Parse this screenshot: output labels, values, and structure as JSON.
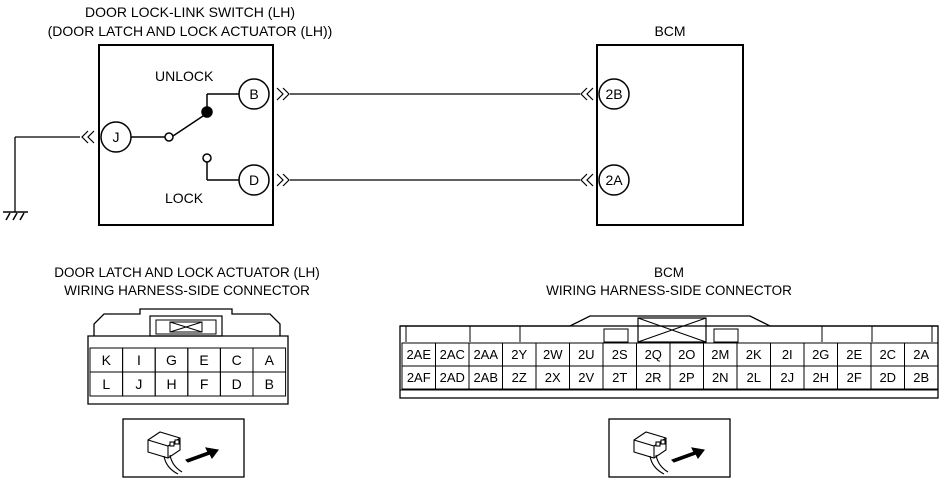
{
  "wiring": {
    "switch_title_1": "DOOR LOCK-LINK SWITCH (LH)",
    "switch_title_2": "(DOOR LATCH AND LOCK ACTUATOR (LH))",
    "bcm_title": "BCM",
    "unlock_label": "UNLOCK",
    "lock_label": "LOCK",
    "switch_pins": {
      "b": "B",
      "d": "D",
      "j": "J"
    },
    "bcm_pins": {
      "top": "2B",
      "bottom": "2A"
    }
  },
  "actuator_connector": {
    "title_1": "DOOR LATCH AND LOCK ACTUATOR (LH)",
    "title_2": "WIRING HARNESS-SIDE CONNECTOR",
    "rows": [
      [
        "K",
        "I",
        "G",
        "E",
        "C",
        "A"
      ],
      [
        "L",
        "J",
        "H",
        "F",
        "D",
        "B"
      ]
    ],
    "view_icon": "connector-view-arrow-icon"
  },
  "bcm_connector": {
    "title_1": "BCM",
    "title_2": "WIRING HARNESS-SIDE CONNECTOR",
    "rows": [
      [
        "2AE",
        "2AC",
        "2AA",
        "2Y",
        "2W",
        "2U",
        "2S",
        "2Q",
        "2O",
        "2M",
        "2K",
        "2I",
        "2G",
        "2E",
        "2C",
        "2A"
      ],
      [
        "2AF",
        "2AD",
        "2AB",
        "2Z",
        "2X",
        "2V",
        "2T",
        "2R",
        "2P",
        "2N",
        "2L",
        "2J",
        "2H",
        "2F",
        "2D",
        "2B"
      ]
    ],
    "view_icon": "connector-view-arrow-icon"
  },
  "colors": {
    "line": "#000000",
    "background": "#ffffff"
  }
}
